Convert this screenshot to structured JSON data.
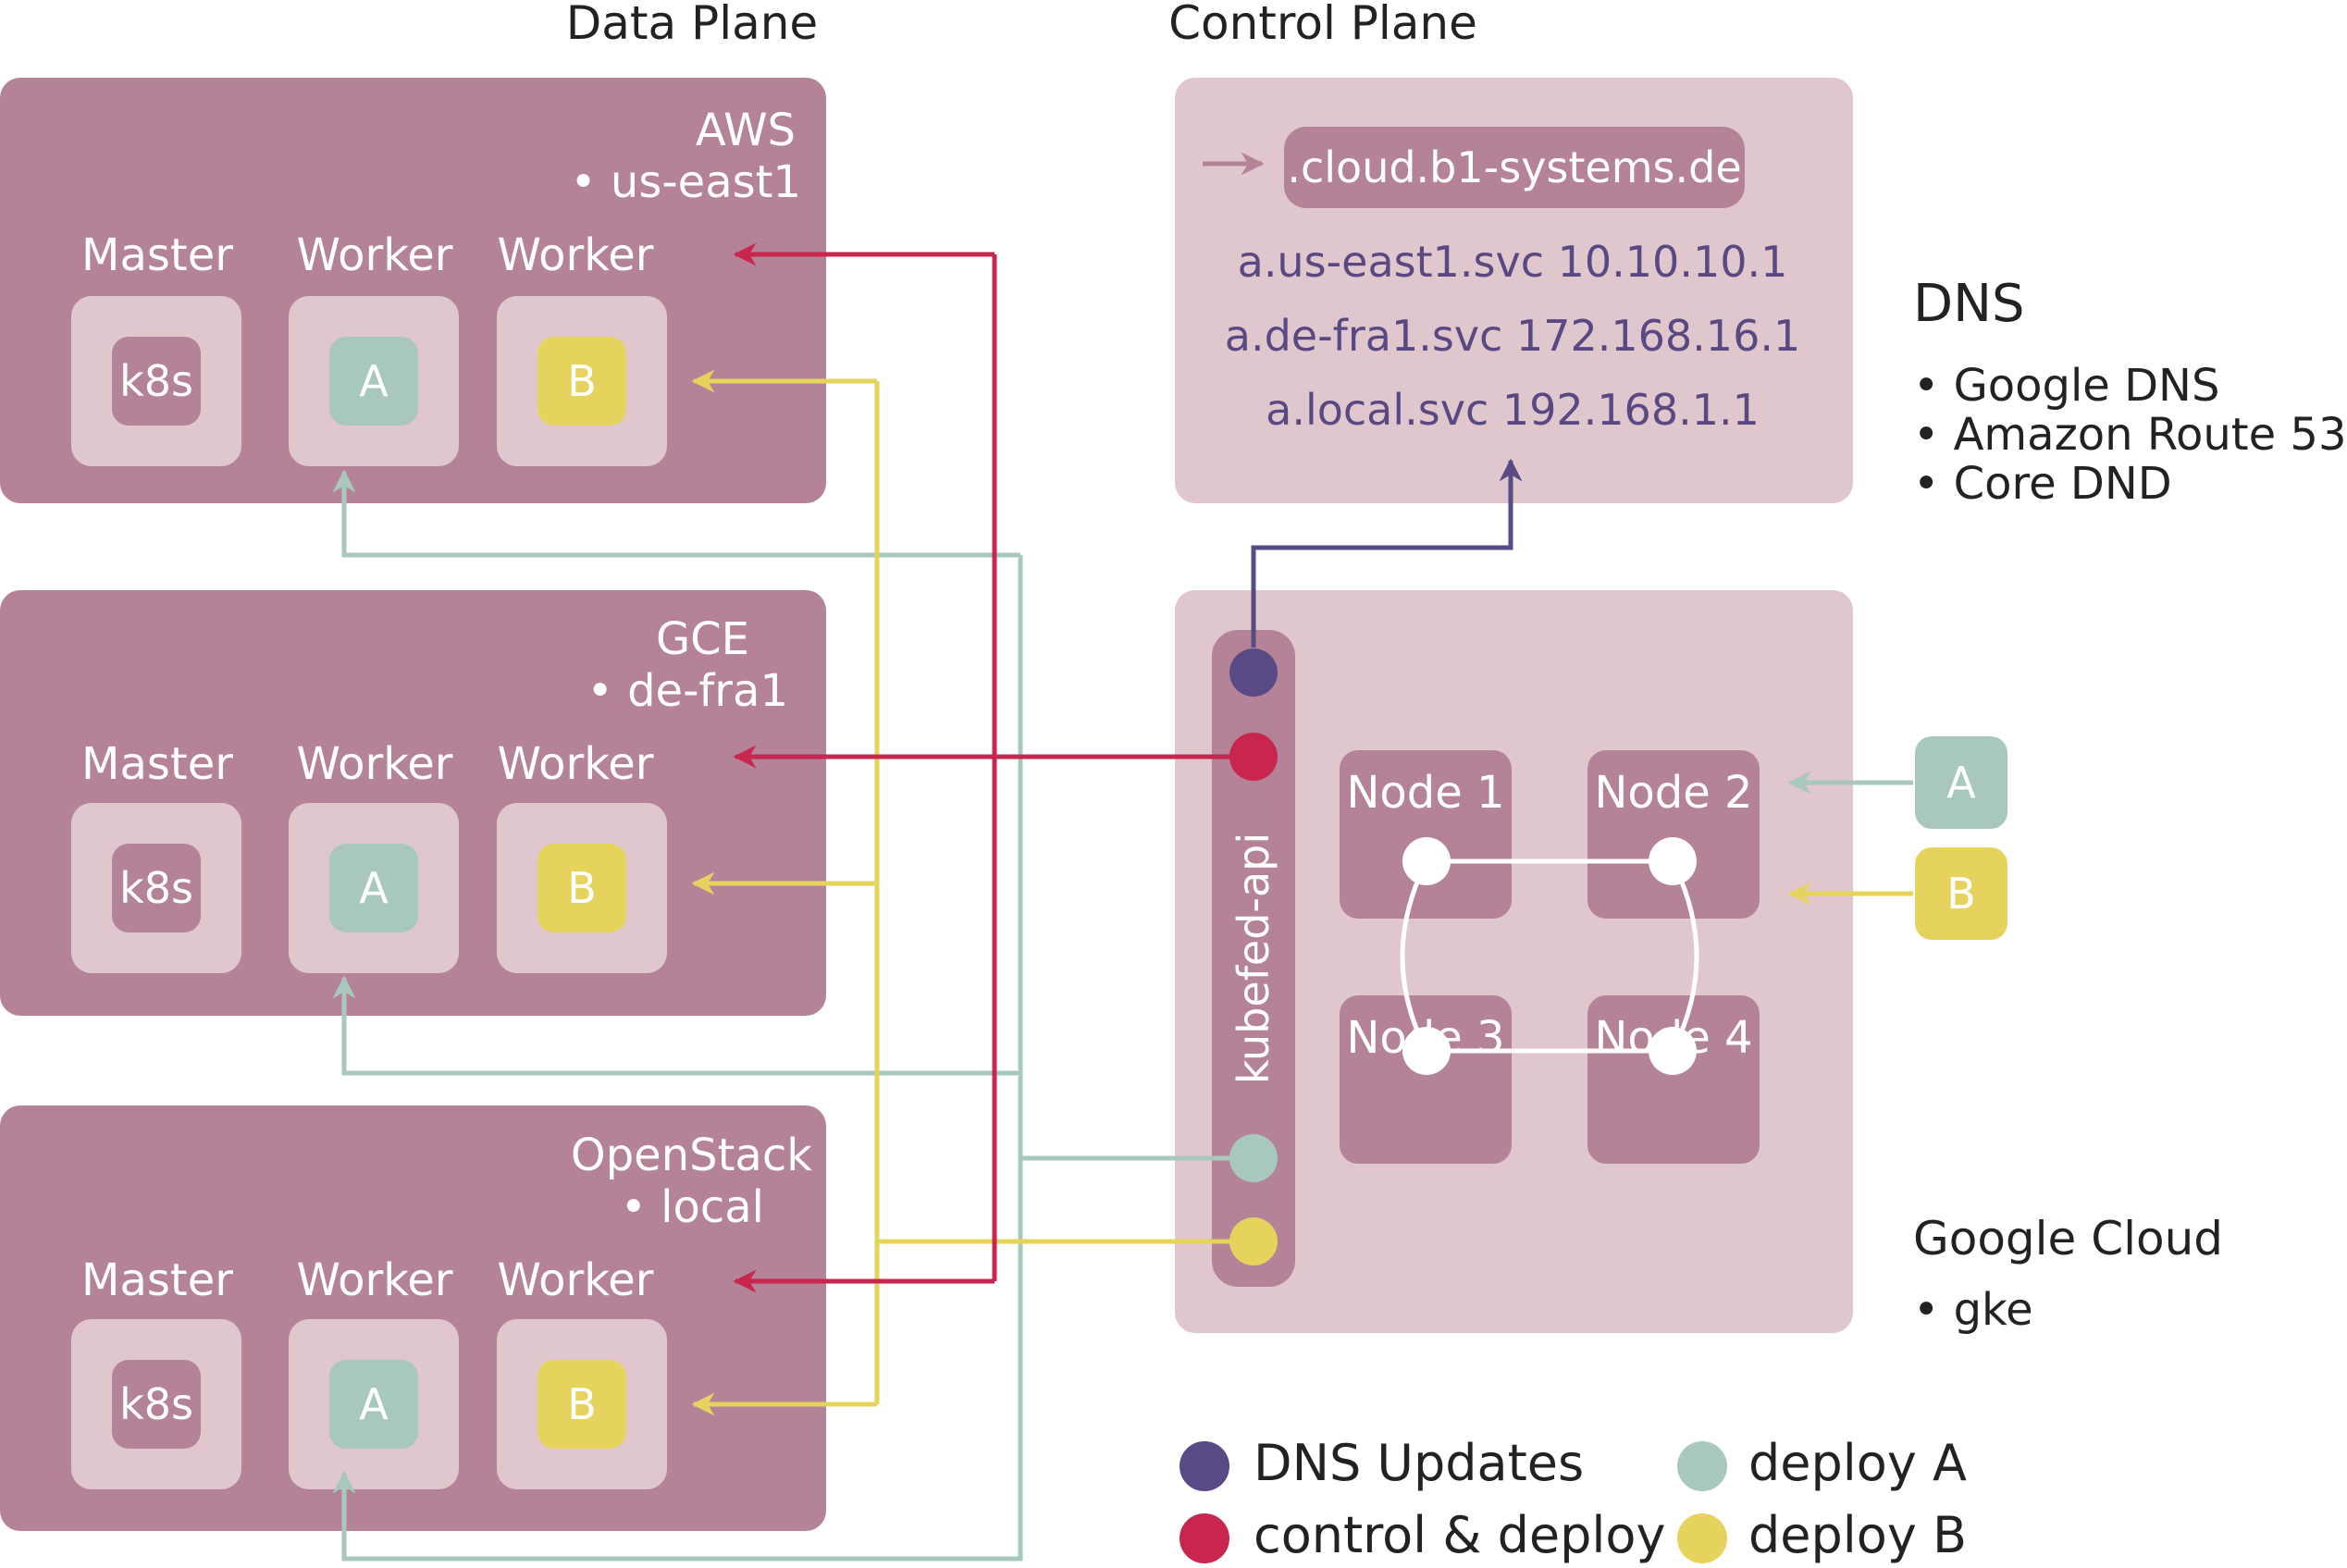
{
  "headings": {
    "data_plane": "Data Plane",
    "control_plane": "Control Plane"
  },
  "clusters": [
    {
      "provider": "AWS",
      "region": "• us-east1",
      "roles": [
        "Master",
        "Worker",
        "Worker"
      ],
      "boxes": [
        "k8s",
        "A",
        "B"
      ]
    },
    {
      "provider": "GCE",
      "region": "• de-fra1",
      "roles": [
        "Master",
        "Worker",
        "Worker"
      ],
      "boxes": [
        "k8s",
        "A",
        "B"
      ]
    },
    {
      "provider": "OpenStack",
      "region": "• local",
      "roles": [
        "Master",
        "Worker",
        "Worker"
      ],
      "boxes": [
        "k8s",
        "A",
        "B"
      ]
    }
  ],
  "dns_panel": {
    "zone": ".cloud.b1-systems.de",
    "records": [
      "a.us-east1.svc 10.10.10.1",
      "a.de-fra1.svc 172.168.16.1",
      "a.local.svc 192.168.1.1"
    ]
  },
  "dns_info": {
    "title": "DNS",
    "items": [
      "• Google DNS",
      "• Amazon Route 53",
      "• Core DND"
    ]
  },
  "gke_panel": {
    "api_label": "kubefed-api",
    "nodes": [
      "Node 1",
      "Node 2",
      "Node 3",
      "Node 4"
    ],
    "deploy_boxes": [
      "A",
      "B"
    ]
  },
  "gke_info": {
    "title": "Google Cloud",
    "item": "• gke"
  },
  "legend": [
    {
      "label": "DNS Updates",
      "color": "#594a85"
    },
    {
      "label": "control & deploy",
      "color": "#c8254f"
    },
    {
      "label": "deploy A",
      "color": "#a9c8bd"
    },
    {
      "label": "deploy B",
      "color": "#e5d35e"
    }
  ],
  "colors": {
    "panel": "#b58398",
    "panel_light": "#e0c7cd",
    "dns_updates": "#594a85",
    "control": "#c8254f",
    "deploy_a": "#a9c8bd",
    "deploy_b": "#e5d35e"
  }
}
